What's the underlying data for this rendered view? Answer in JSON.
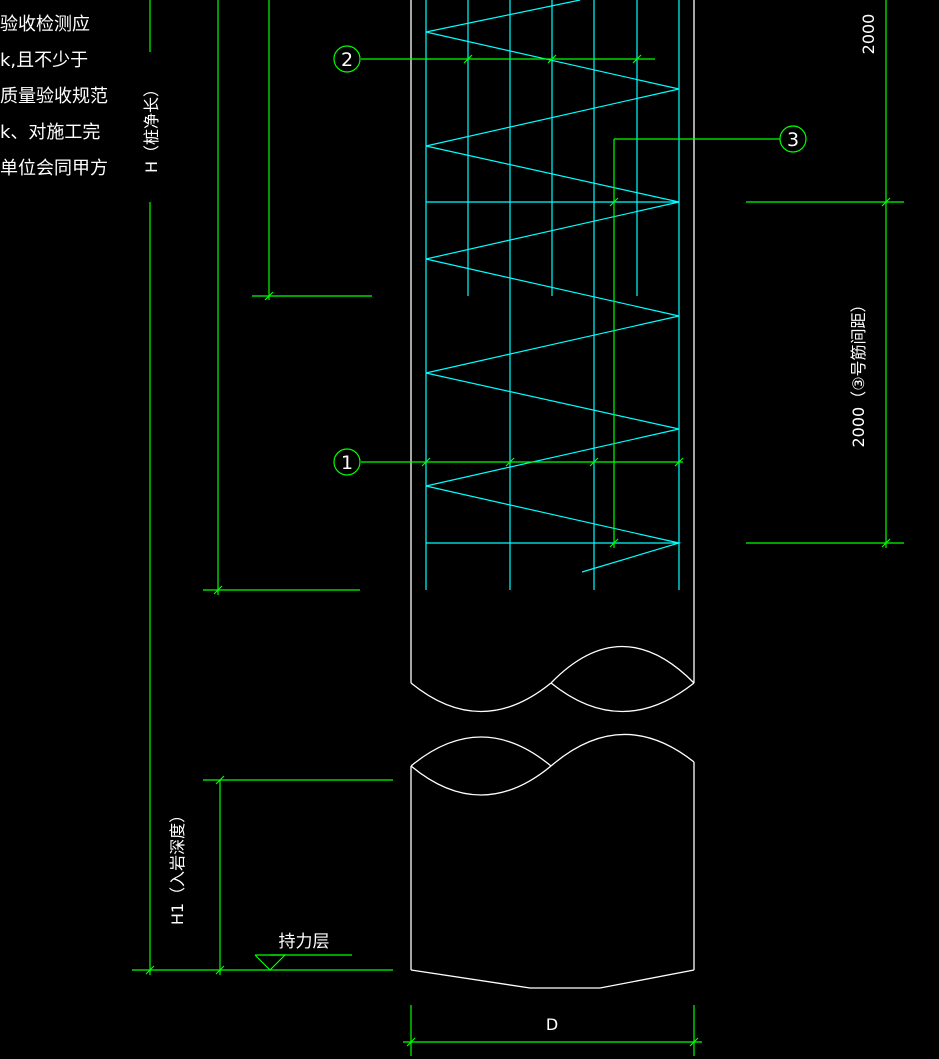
{
  "notes": [
    "验收检测应",
    "k,且不少于",
    "质量验收规范",
    "k、对施工完",
    "单位会同甲方"
  ],
  "labels": {
    "pile_length": "H（桩净长）",
    "embed_depth": "H1（入岩深度）",
    "bearing_layer": "持力层",
    "diameter": "D",
    "dim_top": "2000",
    "dim_spacing": "2000（③号筋间距）"
  },
  "callouts": [
    "1",
    "2",
    "3"
  ],
  "colors": {
    "outline": "#ffffff",
    "rebar": "#00ffff",
    "dimension": "#00ff00"
  }
}
